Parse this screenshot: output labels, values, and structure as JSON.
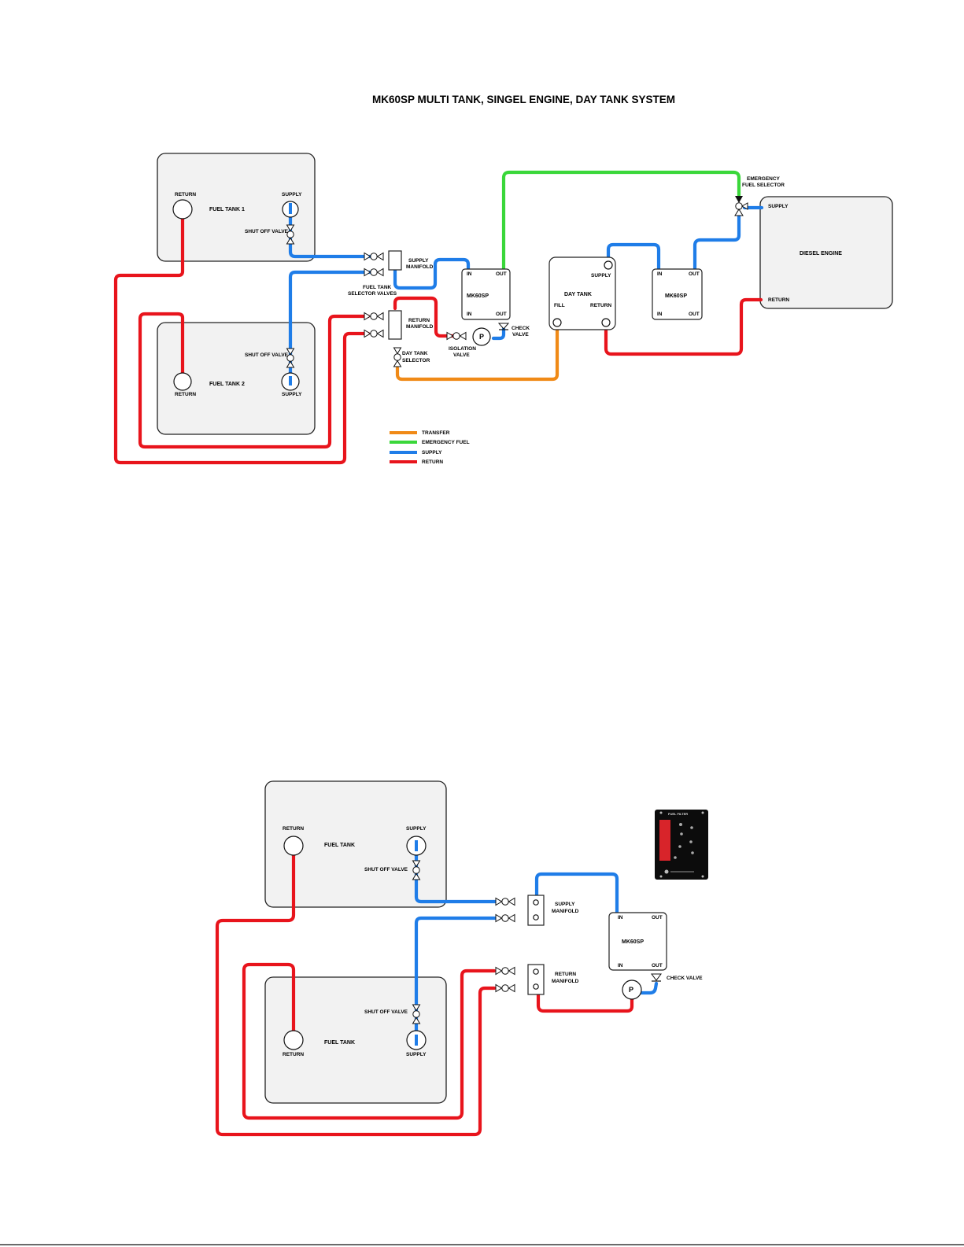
{
  "title": "MK60SP MULTI TANK, SINGEL ENGINE, DAY TANK SYSTEM",
  "colors": {
    "supply": "#1f7de8",
    "return": "#e8141c",
    "transfer": "#f08a17",
    "emergency": "#3ad73a"
  },
  "legend": [
    "TRANSFER",
    "EMERGENCY FUEL",
    "SUPPLY",
    "RETURN"
  ],
  "top": {
    "fuel_tank_1": "FUEL TANK 1",
    "fuel_tank_2": "FUEL TANK 2",
    "return": "RETURN",
    "supply": "SUPPLY",
    "shut_off_valve": "SHUT OFF VALVE",
    "supply_manifold_1": "SUPPLY",
    "supply_manifold_2": "MANIFOLD",
    "return_manifold_1": "RETURN",
    "return_manifold_2": "MANIFOLD",
    "selector_valves_1": "FUEL TANK",
    "selector_valves_2": "SELECTOR VALVES",
    "mk60sp": "MK60SP",
    "in": "IN",
    "out": "OUT",
    "isolation_valve_1": "ISOLATION",
    "isolation_valve_2": "VALVE",
    "check_valve_1": "CHECK",
    "check_valve_2": "VALVE",
    "day_tank_selector_1": "DAY TANK",
    "day_tank_selector_2": "SELECTOR",
    "pump": "P",
    "day_tank": "DAY TANK",
    "fill": "FILL",
    "emergency_selector_1": "EMERGENCY",
    "emergency_selector_2": "FUEL SELECTOR",
    "diesel_engine": "DIESEL ENGINE"
  },
  "bottom": {
    "fuel_tank": "FUEL TANK",
    "return": "RETURN",
    "supply": "SUPPLY",
    "shut_off_valve": "SHUT OFF VALVE",
    "supply_manifold_1": "SUPPLY",
    "supply_manifold_2": "MANIFOLD",
    "return_manifold_1": "RETURN",
    "return_manifold_2": "MANIFOLD",
    "mk60sp": "MK60SP",
    "in": "IN",
    "out": "OUT",
    "pump": "P",
    "check_valve": "CHECK VALVE",
    "panel_title": "FUEL FILTER"
  }
}
